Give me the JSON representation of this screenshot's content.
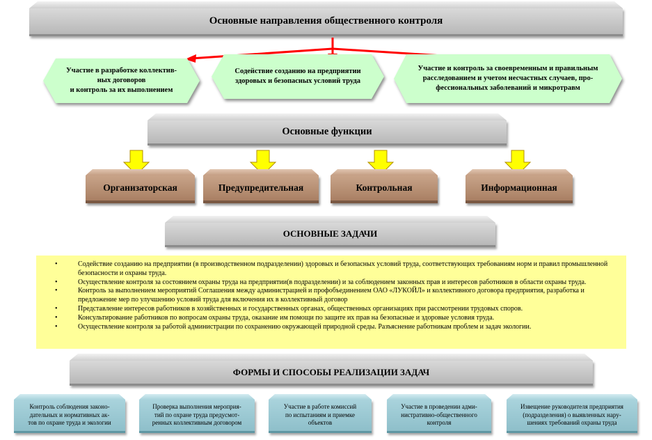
{
  "header": {
    "title": "Основные направления общественного контроля"
  },
  "directions": [
    {
      "text": "Участие в разработке коллектив-\nных договоров\nи контроль за их  выполнением"
    },
    {
      "text": "Содействие созданию на предприятии\nздоровых и  безопасных условий труда"
    },
    {
      "text": "Участие и контроль за своевременным и правильным\nрасследованием и учетом несчастных случаев, про-\nфессиональных заболеваний и микротравм"
    }
  ],
  "functions": {
    "title": "Основные функции",
    "items": [
      {
        "label": "Организаторская"
      },
      {
        "label": "Предупредительная"
      },
      {
        "label": "Контрольная"
      },
      {
        "label": "Информационная"
      }
    ]
  },
  "tasks": {
    "title": "ОСНОВНЫЕ ЗАДАЧИ",
    "bullet": "•",
    "items": [
      "Содействие созданию на предприятии (в производственном подразделении) здоровых и безопасных условий труда, соответствующих требованиям норм и правил промышленной безопасности и охраны труда.",
      "Осуществление контроля за состоянием охраны труда на предприятии(в подразделении) и за соблюдением законных прав и интересов работников в области охраны труда.",
      "Контроль за выполнением мероприятий Соглашения между администрацией и профобъединением ОАО «ЛУКОЙЛ» и коллективного договора предприятия, разработка и предложение мер по улучшению условий труда для включения их в коллективный договор",
      "Представление интересов работников в хозяйственных и государственных органах, общественных организациях при рассмотрении трудовых споров.",
      "Консультирование работников по вопросам охраны труда, оказание им помощи по защите их прав на безопасные и здоровые условия труда.",
      "Осуществление контроля за работой администрации по сохранению окружающей природной среды. Разъяснение работникам проблем и задач экологии."
    ]
  },
  "forms": {
    "title": "ФОРМЫ И СПОСОБЫ РЕАЛИЗАЦИИ ЗАДАЧ",
    "items": [
      {
        "text": "Контроль соблюдения законо-\nдательных и нормативных ак-\nтов по охране труда и экологии"
      },
      {
        "text": "Проверка выполнения мероприя-\nтий по охране труда предусмот-\nренных коллективным договором"
      },
      {
        "text": "Участие в работе комиссий\nпо испытаниям и приемке\nобъектов"
      },
      {
        "text": "Участие в проведении адми-\nнистративно-общественного\nконтроля"
      },
      {
        "text": "Извещение руководителя предприятия\n(подразделения) о выявленных  нару-\nшениях требований охраны труда"
      }
    ]
  },
  "colors": {
    "banner_gray": "#c4c4c4",
    "direction_green": "#ccffcc",
    "arrow_red": "#ff0000",
    "arrow_yellow": "#ffff00",
    "function_brown": "#b88f72",
    "tasks_yellow": "#ffff99",
    "form_teal": "#9ccbd6"
  }
}
